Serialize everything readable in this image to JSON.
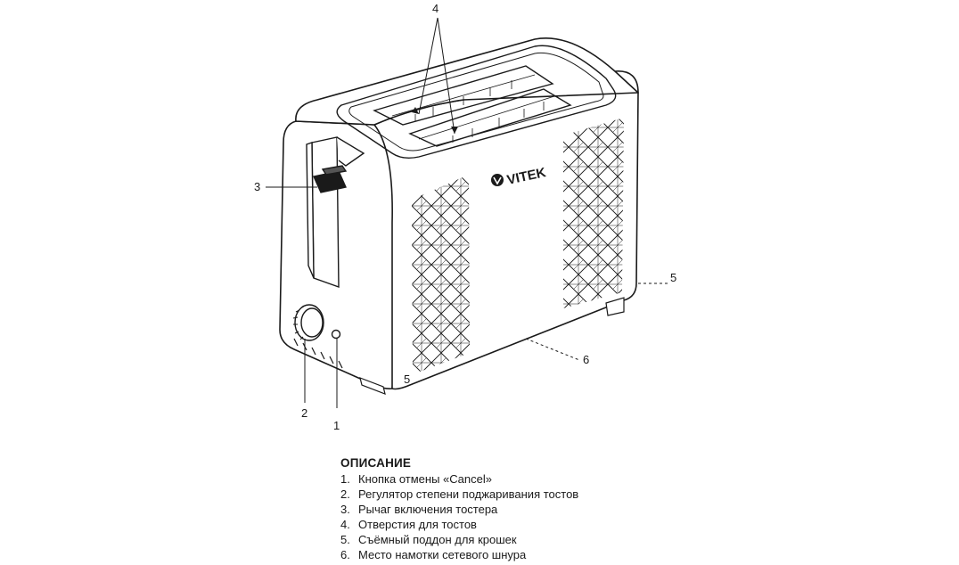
{
  "brand": "VITEK",
  "callouts": {
    "c1": "1",
    "c2": "2",
    "c3": "3",
    "c4": "4",
    "c5a": "5",
    "c5b": "5",
    "c6": "6"
  },
  "description": {
    "title": "ОПИСАНИЕ",
    "items": [
      {
        "num": "1.",
        "text": "Кнопка отмены «Cancel»"
      },
      {
        "num": "2.",
        "text": "Регулятор степени поджаривания тостов"
      },
      {
        "num": "3.",
        "text": "Рычаг включения тостера"
      },
      {
        "num": "4.",
        "text": "Отверстия для тостов"
      },
      {
        "num": "5.",
        "text": "Съёмный поддон для крошек"
      },
      {
        "num": "6.",
        "text": "Место намотки сетевого шнура"
      }
    ]
  },
  "colors": {
    "line": "#1a1a1a",
    "background": "#ffffff"
  }
}
